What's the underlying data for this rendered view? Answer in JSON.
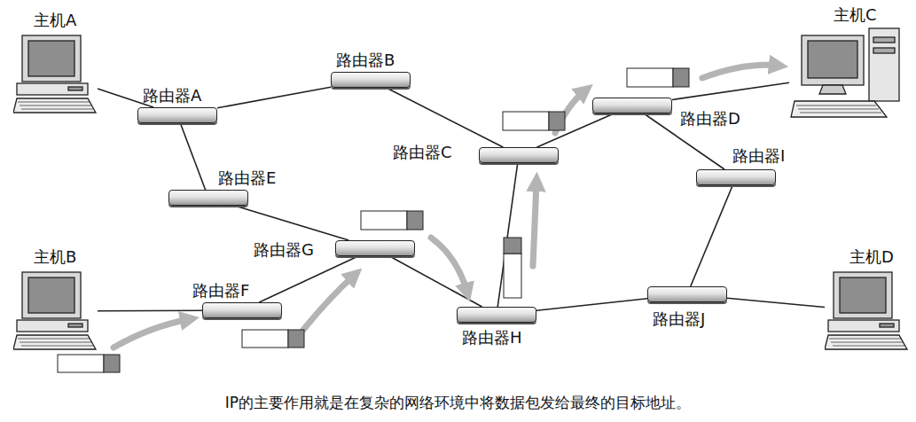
{
  "diagram": {
    "caption": "IP的主要作用就是在复杂的网络环境中将数据包发给最终的目标地址。",
    "nodes": [
      {
        "text": [
          "主机A"
        ]
      },
      {
        "text": [
          "路由器B"
        ]
      },
      {
        "text": [
          "主机C"
        ]
      },
      {
        "text": [
          "路由器A"
        ]
      },
      {
        "text": [
          "路由器D"
        ]
      },
      {
        "text": [
          "路由器C"
        ]
      },
      {
        "text": [
          "路由器E"
        ]
      },
      {
        "text": [
          "路由器I"
        ]
      },
      {
        "text": [
          "路由器G"
        ]
      },
      {
        "text": [
          "主机B"
        ]
      },
      {
        "text": [
          "路由器F"
        ]
      },
      {
        "text": [
          "路由器H"
        ]
      },
      {
        "text": [
          "路由器J"
        ]
      },
      {
        "text": [
          "主机D"
        ]
      }
    ],
    "edges": [
      {
        "from": 0,
        "to": 3,
        "arrow": "none"
      },
      {
        "from": 3,
        "to": 1,
        "arrow": "none"
      },
      {
        "from": 3,
        "to": 6,
        "arrow": "none"
      },
      {
        "from": 1,
        "to": 5,
        "arrow": "none"
      },
      {
        "from": 6,
        "to": 8,
        "arrow": "none"
      },
      {
        "from": 10,
        "to": 8,
        "arrow": "none"
      },
      {
        "from": 9,
        "to": 10,
        "arrow": "none"
      },
      {
        "from": 8,
        "to": 11,
        "arrow": "none"
      },
      {
        "from": 11,
        "to": 5,
        "arrow": "none"
      },
      {
        "from": 5,
        "to": 4,
        "arrow": "none"
      },
      {
        "from": 4,
        "to": 2,
        "arrow": "none"
      },
      {
        "from": 4,
        "to": 7,
        "arrow": "none"
      },
      {
        "from": 7,
        "to": 12,
        "arrow": "none"
      },
      {
        "from": 11,
        "to": 12,
        "arrow": "none"
      },
      {
        "from": 12,
        "to": 13,
        "arrow": "none"
      }
    ]
  }
}
